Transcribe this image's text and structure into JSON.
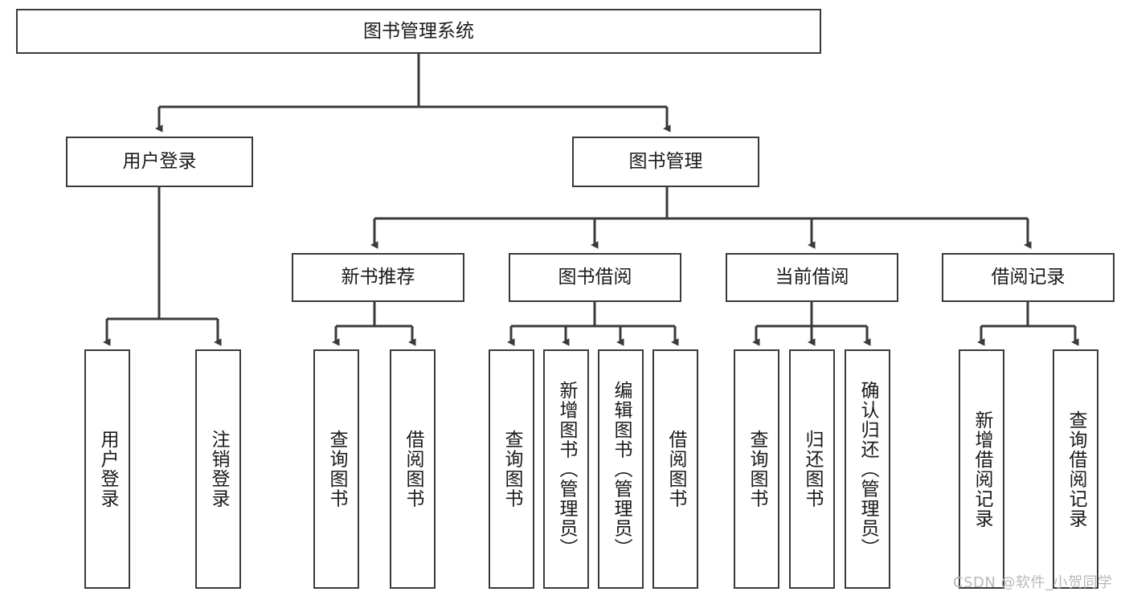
{
  "diagram": {
    "type": "tree-hierarchy",
    "title": "图书管理系统",
    "orientation": "top-down",
    "colors": {
      "box_border": "#3a3a3a",
      "box_fill": "#ffffff",
      "edge": "#3a3a3a",
      "text": "#1a1a1a",
      "watermark": "#b9b9b9",
      "background": "#ffffff"
    },
    "nodes": {
      "root": {
        "label": "图书管理系统"
      },
      "level2": [
        {
          "id": "user-login",
          "label": "用户登录"
        },
        {
          "id": "book-management",
          "label": "图书管理"
        }
      ],
      "level3": [
        {
          "id": "new-book-recommend",
          "label": "新书推荐"
        },
        {
          "id": "book-borrow",
          "label": "图书借阅"
        },
        {
          "id": "current-borrow",
          "label": "当前借阅"
        },
        {
          "id": "borrow-record",
          "label": "借阅记录"
        }
      ],
      "leaves": {
        "user_login": [
          {
            "id": "leaf-user-login",
            "label": "用户登录"
          },
          {
            "id": "leaf-logout-login",
            "label": "注销登录"
          }
        ],
        "new_book_recommend": [
          {
            "id": "leaf-query-book-1",
            "label": "查询图书"
          },
          {
            "id": "leaf-borrow-book-1",
            "label": "借阅图书"
          }
        ],
        "book_borrow": [
          {
            "id": "leaf-query-book-2",
            "label": "查询图书"
          },
          {
            "id": "leaf-add-book",
            "label": "新增图书（管理员）"
          },
          {
            "id": "leaf-edit-book",
            "label": "编辑图书（管理员）"
          },
          {
            "id": "leaf-borrow-book-2",
            "label": "借阅图书"
          }
        ],
        "current_borrow": [
          {
            "id": "leaf-query-book-3",
            "label": "查询图书"
          },
          {
            "id": "leaf-return-book",
            "label": "归还图书"
          },
          {
            "id": "leaf-confirm-return",
            "label": "确认归还（管理员）"
          }
        ],
        "borrow_record": [
          {
            "id": "leaf-add-borrow-record",
            "label": "新增借阅记录"
          },
          {
            "id": "leaf-query-borrow-record",
            "label": "查询借阅记录"
          }
        ]
      }
    },
    "watermark": "CSDN @软件_小贺同学"
  }
}
